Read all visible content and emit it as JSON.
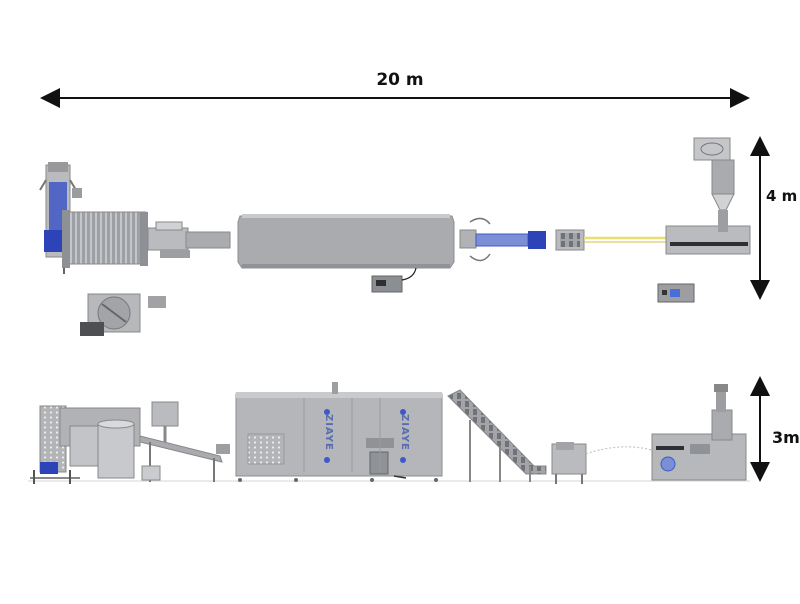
{
  "dimensions": {
    "length": "20 m",
    "width": "4 m",
    "height": "3m"
  },
  "brand_marks": [
    "ZIAYE",
    "ZIAYE"
  ],
  "colors": {
    "machine": "#a9abae",
    "machine_dark": "#7d8084",
    "accent_blue": "#3f58c7",
    "feed_line": "#e8e070"
  }
}
